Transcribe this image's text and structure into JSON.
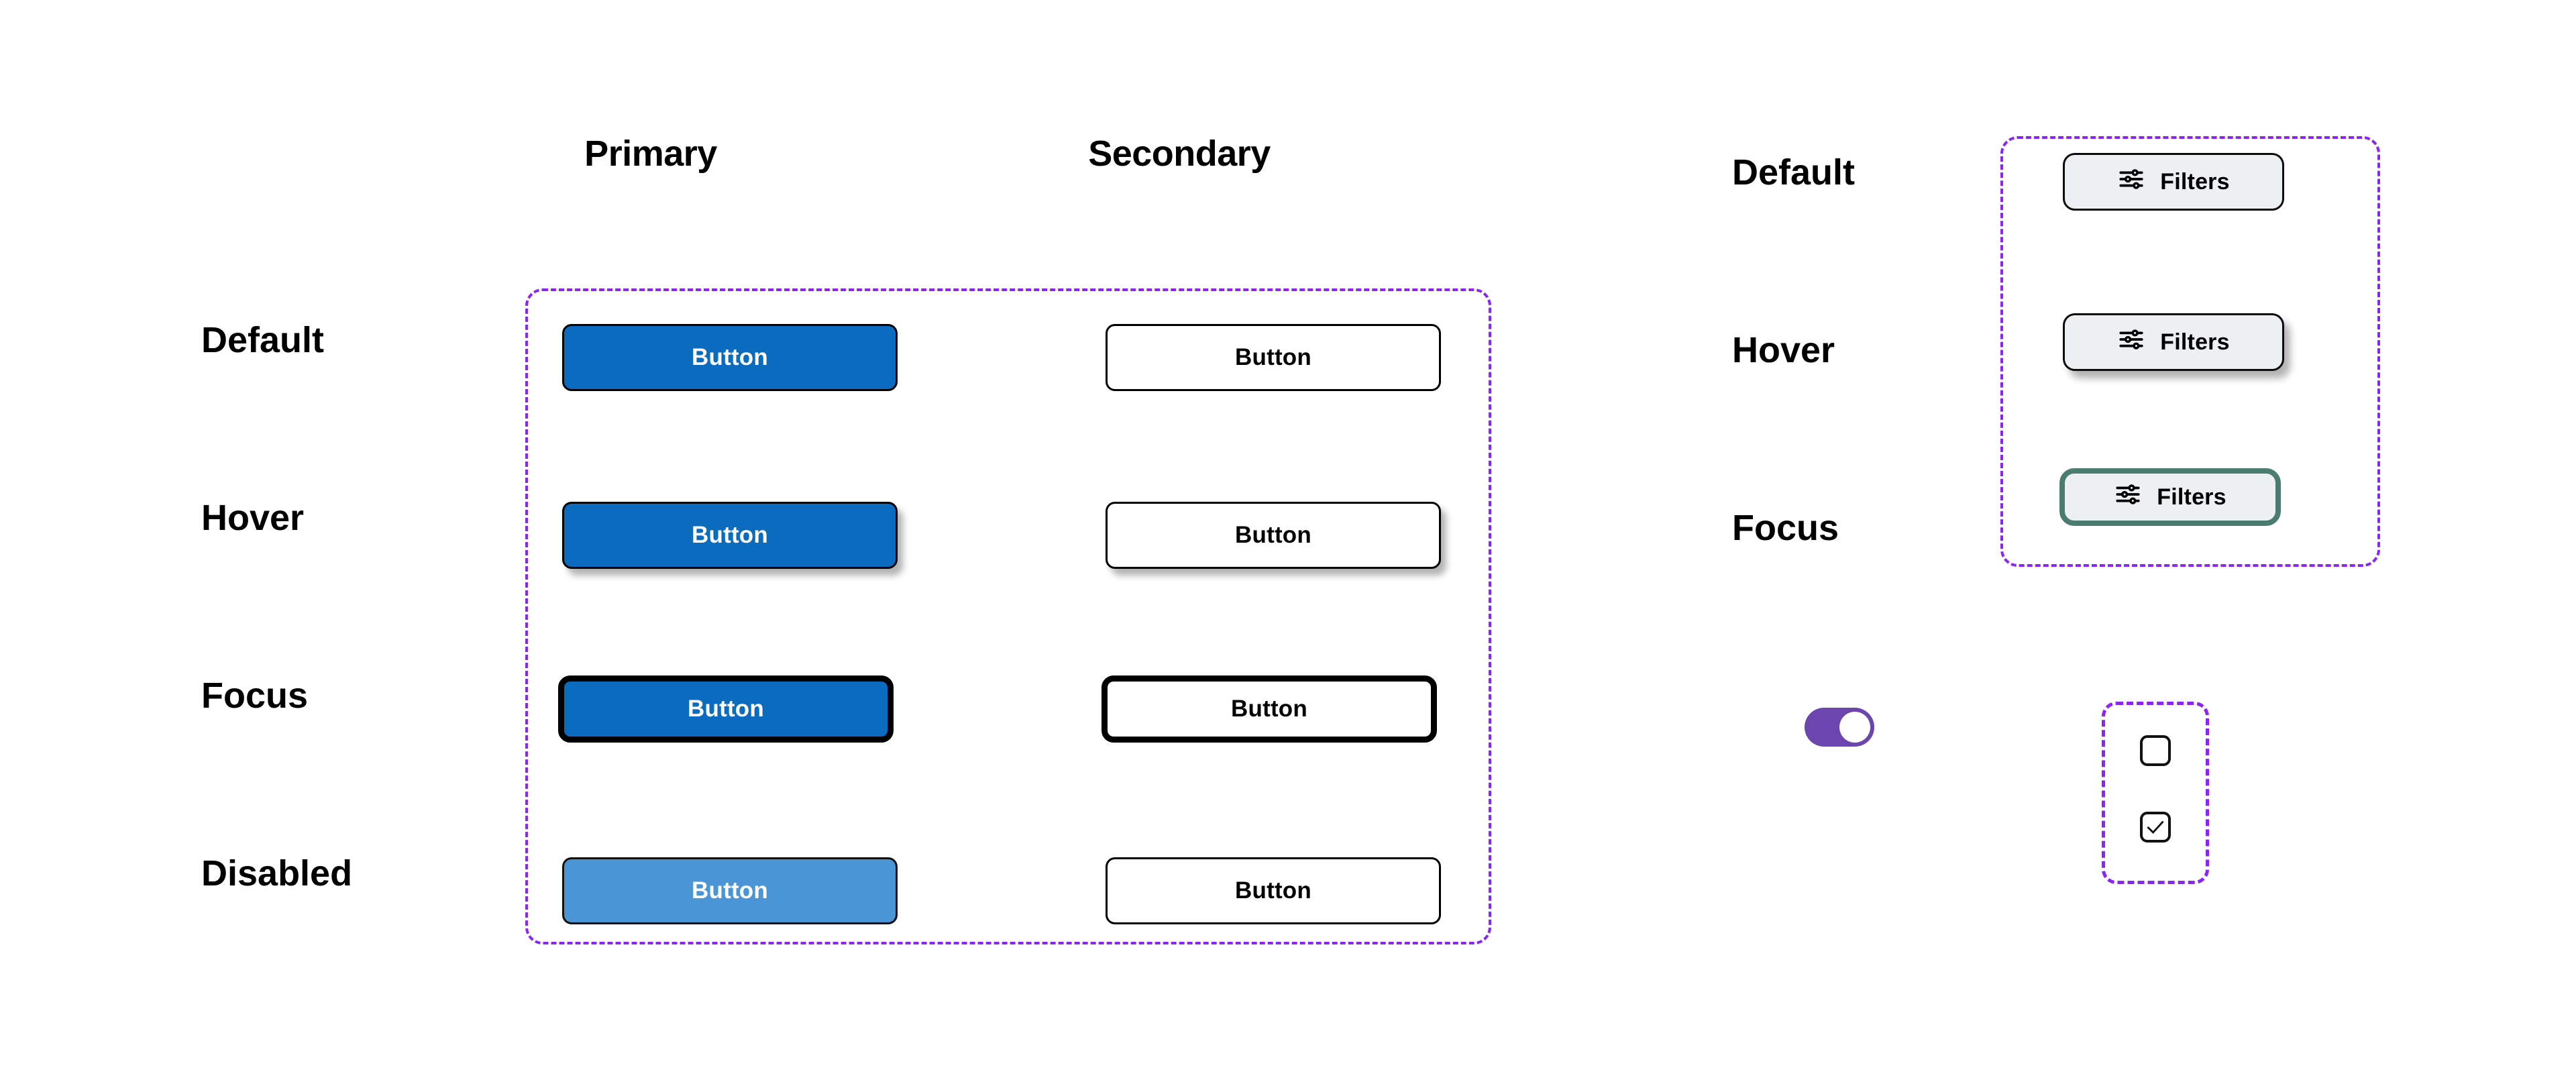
{
  "page": {
    "background": "#ffffff",
    "accent_dashed": "#8B24F5"
  },
  "button_matrix": {
    "columns": [
      {
        "label": "Primary"
      },
      {
        "label": "Secondary"
      }
    ],
    "rows": [
      {
        "label": "Default"
      },
      {
        "label": "Hover"
      },
      {
        "label": "Focus"
      },
      {
        "label": "Disabled"
      }
    ],
    "cells": {
      "primary": {
        "default": {
          "label": "Button",
          "bg": "#0B6CBF",
          "text": "#FFFFFF",
          "border": "#000000"
        },
        "hover": {
          "label": "Button",
          "bg": "#0B6CBF",
          "text": "#FFFFFF",
          "border": "#000000"
        },
        "focus": {
          "label": "Button",
          "bg": "#0B6CBF",
          "text": "#FFFFFF",
          "border": "#000000"
        },
        "disabled": {
          "label": "Button",
          "bg": "#4A95D6",
          "text": "#FFFFFF",
          "border": "#111111"
        }
      },
      "secondary": {
        "default": {
          "label": "Button",
          "bg": "#FFFFFF",
          "text": "#000000",
          "border": "#000000"
        },
        "hover": {
          "label": "Button",
          "bg": "#FFFFFF",
          "text": "#000000",
          "border": "#000000"
        },
        "focus": {
          "label": "Button",
          "bg": "#FFFFFF",
          "text": "#000000",
          "border": "#000000"
        },
        "disabled": {
          "label": "Button",
          "bg": "#FFFFFF",
          "text": "#000000",
          "border": "#000000"
        }
      }
    }
  },
  "filters_panel": {
    "rows": [
      {
        "label": "Default"
      },
      {
        "label": "Hover"
      },
      {
        "label": "Focus"
      }
    ],
    "buttons": {
      "default": {
        "label": "Filters",
        "icon": "sliders-icon",
        "bg": "#EDF0F2",
        "border": "#0C0C0C"
      },
      "hover": {
        "label": "Filters",
        "icon": "sliders-icon",
        "bg": "#EDF0F2",
        "border": "#0C0C0C"
      },
      "focus": {
        "label": "Filters",
        "icon": "sliders-icon",
        "bg": "#EDF0F2",
        "border": "#4A7D70"
      }
    }
  },
  "toggle": {
    "state": "on",
    "track_color": "#6B46AE",
    "knob_color": "#FFFFFF"
  },
  "checkboxes": [
    {
      "state": "unchecked",
      "border": "#111111"
    },
    {
      "state": "checked",
      "border": "#111111",
      "check_color": "#111111"
    }
  ]
}
